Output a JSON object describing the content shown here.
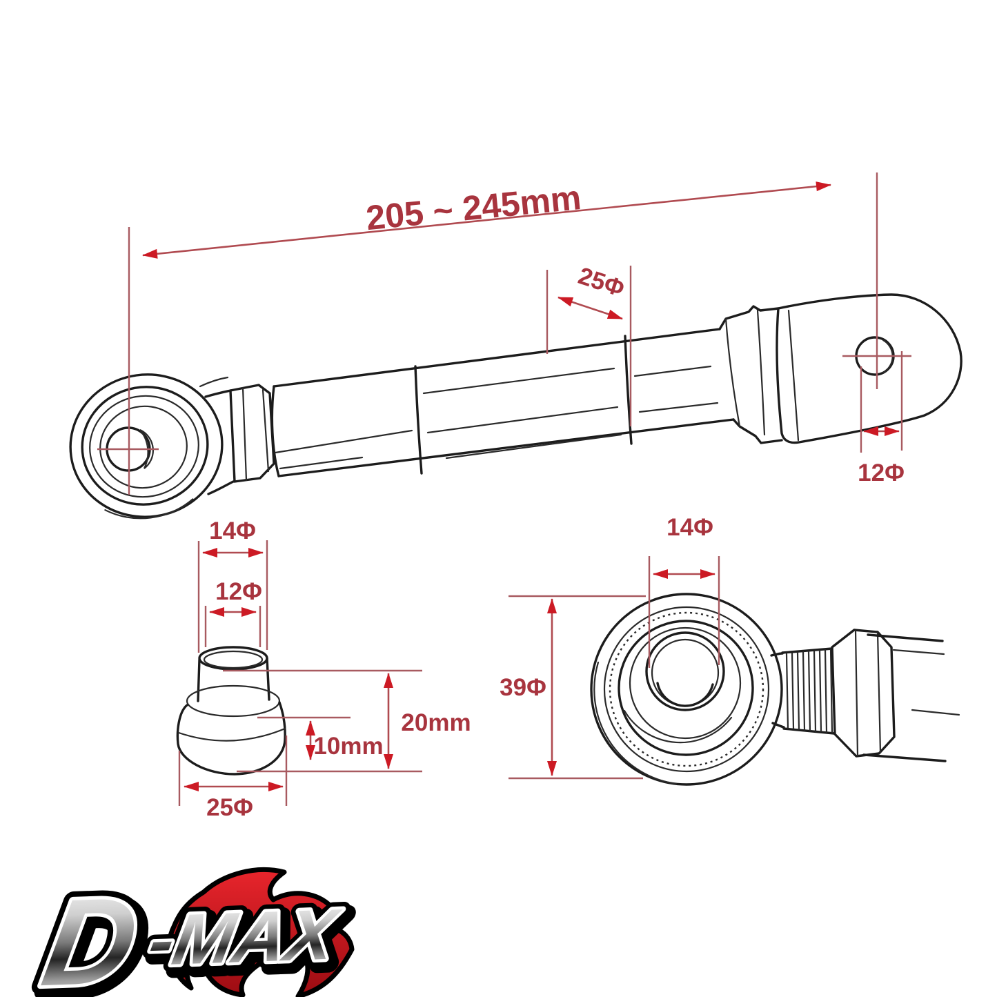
{
  "figure": {
    "background": "#ffffff",
    "line_color": "#1c1c1c",
    "dimension_line_color": "#a85a60",
    "dimension_text_color": "#a8343e",
    "arrowhead_color": "#cc1a24",
    "main_view": {
      "description": "adjustable tie rod side view",
      "overall_length_label": "205 ~ 245mm",
      "body_diameter_label": "25Φ",
      "eye_hole_diameter_label": "12Φ"
    },
    "bushing_detail": {
      "description": "stepped bushing detail",
      "top_outer_diameter_label": "14Φ",
      "top_inner_diameter_label": "12Φ",
      "total_height_label": "20mm",
      "base_height_label": "10mm",
      "base_diameter_label": "25Φ"
    },
    "rod_end_detail": {
      "description": "rod end bearing front view",
      "bore_diameter_label": "14Φ",
      "outer_diameter_label": "39Φ"
    },
    "logo": {
      "brand_d": "D",
      "brand_rest": "-MAX",
      "flame_color": "#d81b22"
    }
  }
}
